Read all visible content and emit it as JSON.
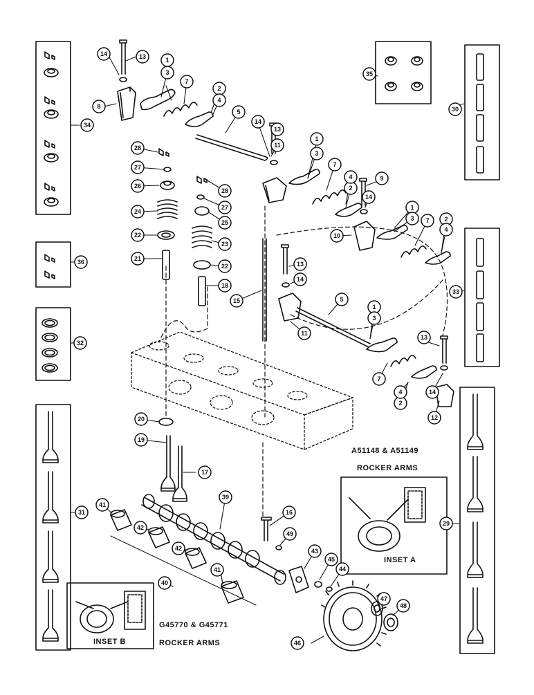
{
  "callouts": {
    "c1a": "1",
    "c1b": "1",
    "c1c": "1",
    "c1d": "1",
    "c2a": "2",
    "c2b": "2",
    "c2c": "2",
    "c2d": "2",
    "c3a": "3",
    "c3b": "3",
    "c3c": "3",
    "c3d": "3",
    "c4a": "4",
    "c4b": "4",
    "c4c": "4",
    "c4d": "4",
    "c5a": "5",
    "c5b": "5",
    "c7a": "7",
    "c7b": "7",
    "c7c": "7",
    "c7d": "7",
    "c8": "8",
    "c9": "9",
    "c10": "10",
    "c11a": "11",
    "c11b": "11",
    "c12": "12",
    "c13a": "13",
    "c13b": "13",
    "c13c": "13",
    "c13d": "13",
    "c14a": "14",
    "c14b": "14",
    "c14c": "14",
    "c14d": "14",
    "c14e": "14",
    "c15": "15",
    "c16": "16",
    "c17": "17",
    "c18": "18",
    "c19": "19",
    "c20": "20",
    "c21": "21",
    "c22a": "22",
    "c22b": "22",
    "c23": "23",
    "c24": "24",
    "c25": "25",
    "c26": "26",
    "c27a": "27",
    "c27b": "27",
    "c28a": "28",
    "c28b": "28",
    "c29": "29",
    "c30": "30",
    "c31": "31",
    "c32": "32",
    "c33": "33",
    "c34": "34",
    "c35": "35",
    "c36": "36",
    "c39": "39",
    "c40": "40",
    "c41a": "41",
    "c41b": "41",
    "c42a": "42",
    "c42b": "42",
    "c43": "43",
    "c44": "44",
    "c45": "45",
    "c46": "46",
    "c47": "47",
    "c48": "48",
    "c49": "49"
  },
  "captions": {
    "inset_a_parts": "A51148 & A51149",
    "inset_a_title": "ROCKER ARMS",
    "inset_a_label": "INSET A",
    "inset_b_parts": "G45770 & G45771",
    "inset_b_title": "ROCKER ARMS",
    "inset_b_label": "INSET B"
  }
}
